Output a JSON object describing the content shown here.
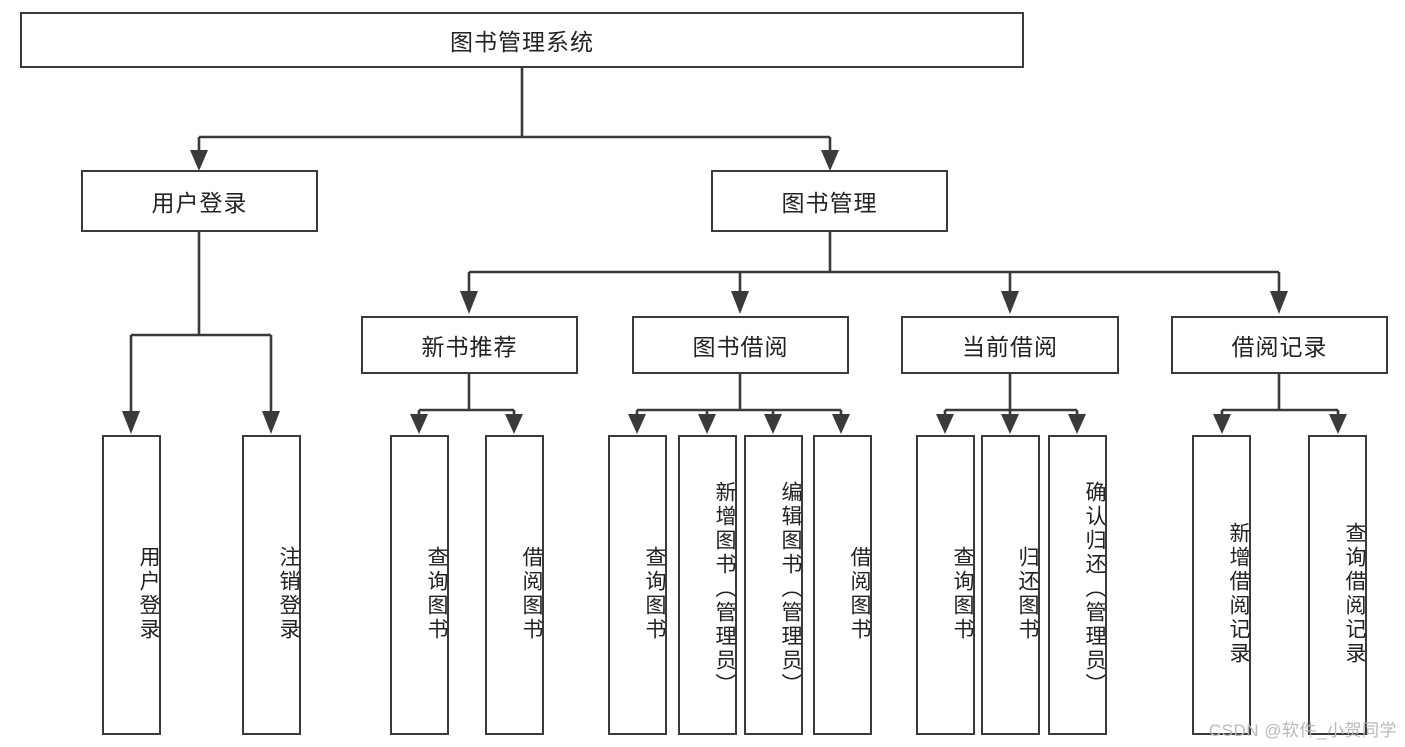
{
  "diagram": {
    "title_node": {
      "label": "图书管理系统"
    },
    "level2": [
      {
        "id": "user-login",
        "label": "用户登录"
      },
      {
        "id": "book-management",
        "label": "图书管理"
      }
    ],
    "level3": [
      {
        "id": "new-book-recommend",
        "label": "新书推荐"
      },
      {
        "id": "book-borrow",
        "label": "图书借阅"
      },
      {
        "id": "current-borrow",
        "label": "当前借阅"
      },
      {
        "id": "borrow-record",
        "label": "借阅记录"
      }
    ],
    "leaves": {
      "user_login": [
        {
          "id": "leaf-user-login",
          "label": "用户登录"
        },
        {
          "id": "leaf-logout-login",
          "label": "注销登录"
        }
      ],
      "new_book_recommend": [
        {
          "id": "leaf-query-book-1",
          "label": "查询图书"
        },
        {
          "id": "leaf-borrow-book-1",
          "label": "借阅图书"
        }
      ],
      "book_borrow": [
        {
          "id": "leaf-query-book-2",
          "label": "查询图书"
        },
        {
          "id": "leaf-add-book",
          "label": "新增图书（管理员）"
        },
        {
          "id": "leaf-edit-book",
          "label": "编辑图书（管理员）"
        },
        {
          "id": "leaf-borrow-book-2",
          "label": "借阅图书"
        }
      ],
      "current_borrow": [
        {
          "id": "leaf-query-book-3",
          "label": "查询图书"
        },
        {
          "id": "leaf-return-book",
          "label": "归还图书"
        },
        {
          "id": "leaf-confirm-return",
          "label": "确认归还（管理员）"
        }
      ],
      "borrow_record": [
        {
          "id": "leaf-add-borrow-record",
          "label": "新增借阅记录"
        },
        {
          "id": "leaf-query-borrow-record",
          "label": "查询借阅记录"
        }
      ]
    },
    "watermark": "CSDN @软件_小贺同学",
    "colors": {
      "stroke": "#3a3a3a",
      "background": "#ffffff",
      "text": "#222222",
      "watermark": "#b9b9b9"
    }
  }
}
